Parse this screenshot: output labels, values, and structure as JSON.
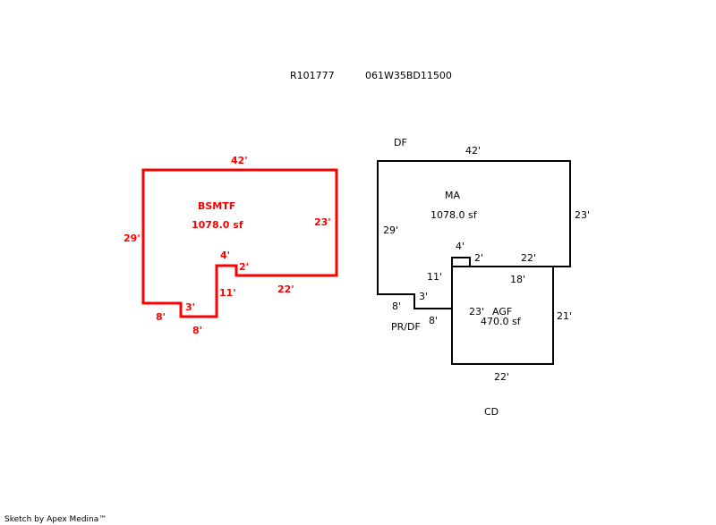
{
  "header": {
    "parcel_id": "R101777",
    "map_tax_lot": "061W35BD11500"
  },
  "colors": {
    "basement": "#ff0000",
    "main": "#000000"
  },
  "basement": {
    "name": "BSMTF",
    "area": "1078.0 sf",
    "dims": {
      "top": "42'",
      "left": "29'",
      "right": "23'",
      "bottom": "22'",
      "notch_left": "2'",
      "notch_top": "4'",
      "inner_vertical": "11'",
      "step_bottom": "8'",
      "step_vertical": "3'",
      "bottom_left": "8'"
    }
  },
  "main_area": {
    "name": "MA",
    "area": "1078.0 sf",
    "dims": {
      "top": "42'",
      "left": "29'",
      "right": "23'",
      "notch_top": "4'",
      "notch_left": "2'",
      "bottom_right": "22'",
      "inner_vertical": "11'",
      "step_vertical": "3'",
      "bottom_left": "8'",
      "step_bottom": "8'"
    }
  },
  "garage": {
    "name": "AGF",
    "area": "470.0 sf",
    "dims": {
      "top": "18'",
      "left": "23'",
      "right": "21'",
      "bottom": "22'"
    }
  },
  "labels": {
    "df": "DF",
    "prdf": "PR/DF",
    "cd": "CD"
  },
  "footer": {
    "credit": "Sketch by Apex Medina™"
  }
}
